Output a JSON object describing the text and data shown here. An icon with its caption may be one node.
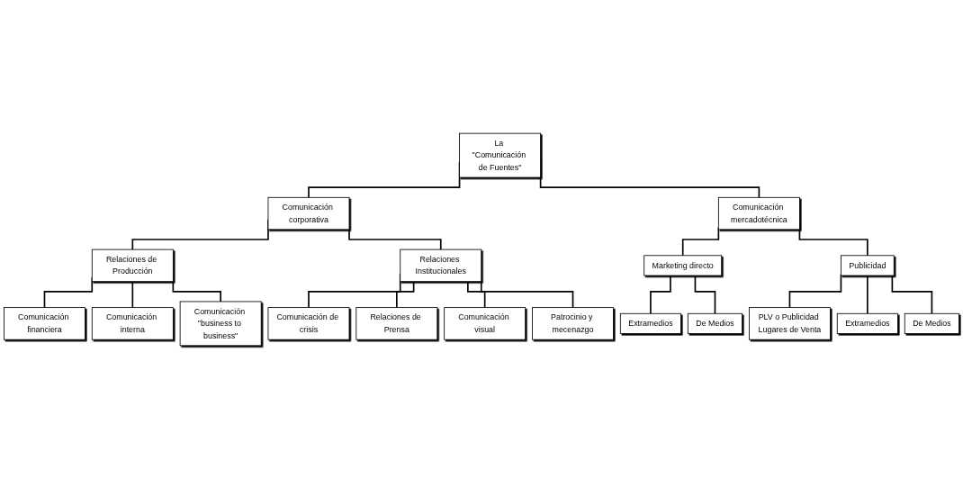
{
  "diagram": {
    "nodes": [
      {
        "text": [
          "La \"Comunicación de Fuentes\""
        ]
      },
      {
        "text": [
          "Comunicación corporativa"
        ]
      },
      {
        "text": [
          "Comunicación mercadotécnica"
        ]
      },
      {
        "text": [
          "Relaciones de Producción"
        ]
      },
      {
        "text": [
          "Relaciones Institucionales"
        ]
      },
      {
        "text": [
          "Comunicación financiera"
        ]
      },
      {
        "text": [
          "Comunicación interna"
        ]
      },
      {
        "text": [
          "Comunicación \"business to business\""
        ]
      },
      {
        "text": [
          "Comunicación de crisis"
        ]
      },
      {
        "text": [
          "Relaciones de Prensa"
        ]
      },
      {
        "text": [
          "Comunicación visual"
        ]
      },
      {
        "text": [
          "Patrocinio y mecenazgo"
        ]
      },
      {
        "text": [
          "Marketing directo"
        ]
      },
      {
        "text": [
          "Publicidad"
        ]
      },
      {
        "text": [
          "Extramedios"
        ]
      },
      {
        "text": [
          "De Medios"
        ]
      },
      {
        "text": [
          "PLV o Publicidad Lugares de Venta"
        ]
      },
      {
        "text": [
          "Extramedios"
        ]
      },
      {
        "text": [
          "De Medios"
        ]
      }
    ],
    "edges": [
      {
        "from": 0,
        "to": 1,
        "arrow": "none"
      },
      {
        "from": 0,
        "to": 2,
        "arrow": "none"
      },
      {
        "from": 1,
        "to": 3,
        "arrow": "none"
      },
      {
        "from": 1,
        "to": 4,
        "arrow": "none"
      },
      {
        "from": 3,
        "to": 5,
        "arrow": "none"
      },
      {
        "from": 3,
        "to": 6,
        "arrow": "none"
      },
      {
        "from": 3,
        "to": 7,
        "arrow": "none"
      },
      {
        "from": 4,
        "to": 8,
        "arrow": "none"
      },
      {
        "from": 4,
        "to": 9,
        "arrow": "none"
      },
      {
        "from": 4,
        "to": 10,
        "arrow": "none"
      },
      {
        "from": 4,
        "to": 11,
        "arrow": "none"
      },
      {
        "from": 2,
        "to": 12,
        "arrow": "none"
      },
      {
        "from": 2,
        "to": 13,
        "arrow": "none"
      },
      {
        "from": 12,
        "to": 14,
        "arrow": "none"
      },
      {
        "from": 12,
        "to": 15,
        "arrow": "none"
      },
      {
        "from": 13,
        "to": 16,
        "arrow": "none"
      },
      {
        "from": 13,
        "to": 17,
        "arrow": "none"
      },
      {
        "from": 13,
        "to": 18,
        "arrow": "none"
      }
    ]
  }
}
